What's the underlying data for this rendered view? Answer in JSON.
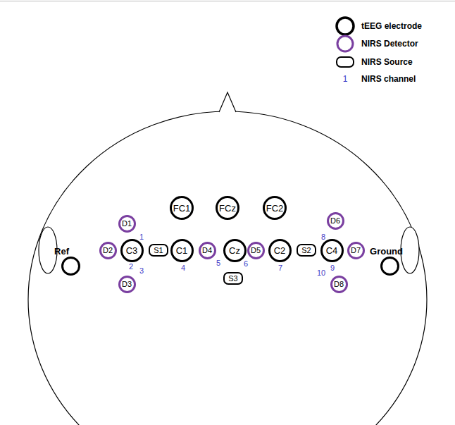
{
  "diagram": {
    "nodes": [
      {
        "text": [
          "FC1"
        ]
      },
      {
        "text": [
          "FCz"
        ]
      },
      {
        "text": [
          "FC2"
        ]
      },
      {
        "text": [
          "D1"
        ]
      },
      {
        "text": [
          "D6"
        ]
      },
      {
        "text": [
          "Ref"
        ]
      },
      {
        "text": [
          "D2"
        ]
      },
      {
        "text": [
          "C3"
        ]
      },
      {
        "text": [
          "S1"
        ]
      },
      {
        "text": [
          "C1"
        ]
      },
      {
        "text": [
          "D4"
        ]
      },
      {
        "text": [
          "Cz"
        ]
      },
      {
        "text": [
          "D5"
        ]
      },
      {
        "text": [
          "C2"
        ]
      },
      {
        "text": [
          "S2"
        ]
      },
      {
        "text": [
          "C4"
        ]
      },
      {
        "text": [
          "D7"
        ]
      },
      {
        "text": [
          "Ground"
        ]
      },
      {
        "text": [
          "S3"
        ]
      },
      {
        "text": [
          "D3"
        ]
      },
      {
        "text": [
          "D8"
        ]
      }
    ],
    "labels": [
      "1",
      "1",
      "2",
      "3",
      "4",
      "5",
      "6",
      "7",
      "8",
      "9",
      "10"
    ],
    "legend": [
      {
        "text": "tEEG electrode"
      },
      {
        "text": "NIRS Detector"
      },
      {
        "text": "NIRS Source"
      },
      {
        "text": "NIRS channel"
      }
    ]
  }
}
